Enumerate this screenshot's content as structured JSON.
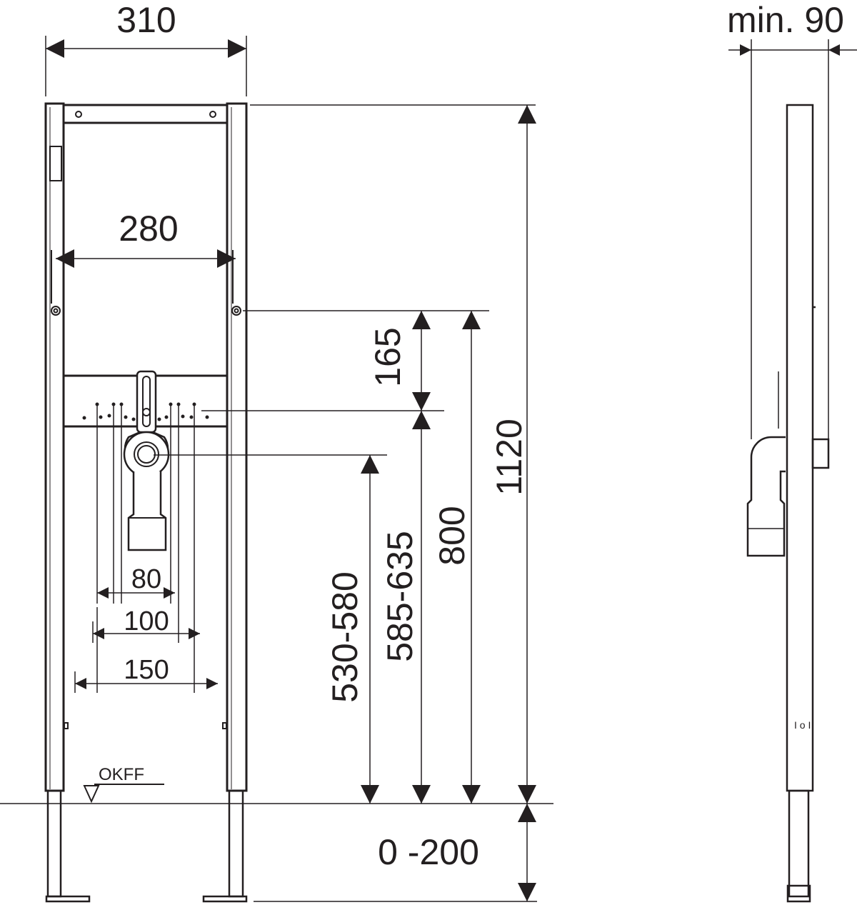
{
  "front_view": {
    "width_total": "310",
    "width_inner": "280",
    "height_total": "1120",
    "height_upper": "165",
    "height_800": "800",
    "height_range_1": "585-635",
    "height_range_2": "530-580",
    "leg_range": "0 -200",
    "spacing_80": "80",
    "spacing_100": "100",
    "spacing_150": "150",
    "floor_label": "OKFF"
  },
  "side_view": {
    "depth_min": "min. 90"
  },
  "colors": {
    "line": "#231f20",
    "background": "#ffffff"
  }
}
